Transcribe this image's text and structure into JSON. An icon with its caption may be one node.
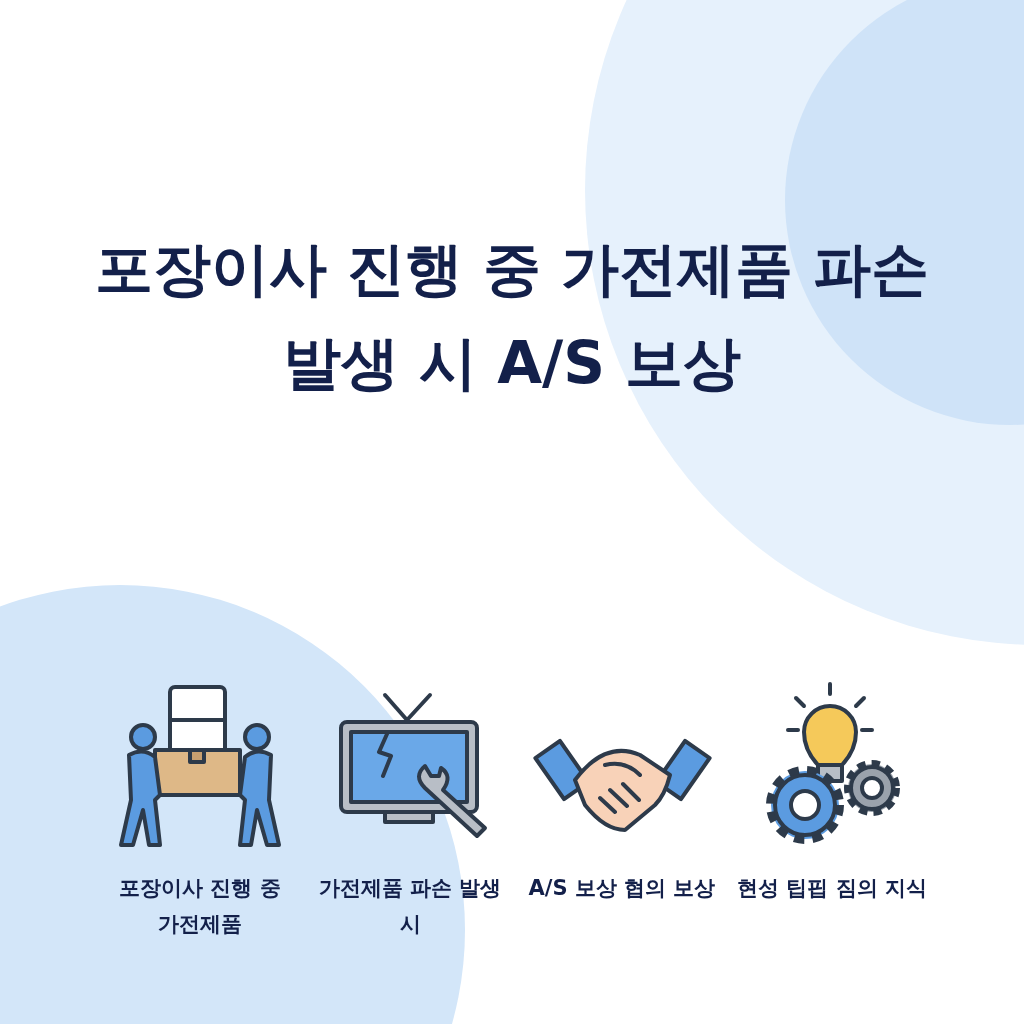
{
  "diagram": {
    "title": "포장이사 진행 중 가전제품 파손 발생 시 A/S 보상",
    "labels": [
      "포장이사 진행 중 가전제품",
      "가전제품 파손 발생 시",
      "A/S 보상 협의 보상",
      "현성 팁핍 짐의 지식"
    ]
  }
}
